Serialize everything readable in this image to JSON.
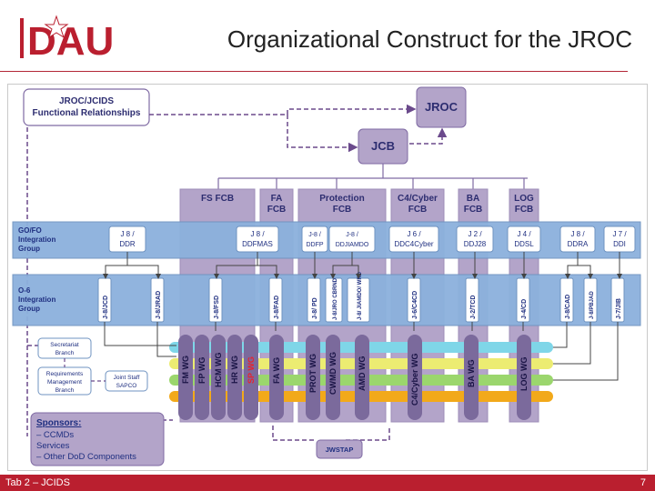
{
  "slide": {
    "title": "Organizational Construct for the JROC",
    "footer": "Tab 2 – JCIDS",
    "page_number": "7",
    "logo_text": "DAU"
  },
  "colors": {
    "brand_red": "#ba1f2f",
    "board_purple": "#b3a4c9",
    "group_blue": "#8cb1dd",
    "wg_purple": "#7b6a9c",
    "band_cyan": "#7fd6e8",
    "band_yellow": "#ecec72",
    "band_green": "#9bd66d",
    "band_orange": "#f2a91a"
  },
  "diagram": {
    "legend": [
      "JROC/JCIDS",
      "Functional Relationships"
    ],
    "jroc": "JROC",
    "jcb": "JCB",
    "fcbs": [
      {
        "line1": "FS FCB",
        "line2": ""
      },
      {
        "line1": "FA",
        "line2": "FCB"
      },
      {
        "line1": "Protection",
        "line2": "FCB"
      },
      {
        "line1": "C4/Cyber",
        "line2": "FCB"
      },
      {
        "line1": "BA",
        "line2": "FCB"
      },
      {
        "line1": "LOG",
        "line2": "FCB"
      }
    ],
    "go_fo_label": [
      "GO/FO",
      "Integration",
      "Group"
    ],
    "go_fo_items": [
      {
        "line1": "J 8 /",
        "line2": "DDR"
      },
      {
        "line1": "J 8 /",
        "line2": "DDFMAS"
      },
      {
        "line1": "J-8 /",
        "line2": "DDFP"
      },
      {
        "line1": "J-8 /",
        "line2": "DDJIAMDO"
      },
      {
        "line1": "J 6 /",
        "line2": "DDC4Cyber"
      },
      {
        "line1": "J 2 /",
        "line2": "DDJ28"
      },
      {
        "line1": "J 4 /",
        "line2": "DDSL"
      },
      {
        "line1": "J 8 /",
        "line2": "DDRA"
      },
      {
        "line1": "J 7 /",
        "line2": "DDI"
      }
    ],
    "o6_label": [
      "O-6",
      "Integration",
      "Group"
    ],
    "o6_items": [
      "J-8/JCD",
      "J-8/JRAD",
      "J-8/FSD",
      "J-8/FAD",
      "J-8/ PD",
      "J-8/JRO CBRND",
      "J-8/ JIAMDO/ WRD",
      "J-6/C4CD",
      "J-2/TCD",
      "J-4/CD",
      "J-8/CAD",
      "J-8/PBJAD",
      "J-7/JIB"
    ],
    "left_boxes": {
      "secretariat": [
        "Secretariat",
        "Branch"
      ],
      "rmb": [
        "Requirements",
        "Management",
        "Branch"
      ],
      "sapco": [
        "Joint Staff",
        "SAPCO"
      ]
    },
    "sponsors": {
      "title": "Sponsors:",
      "items": [
        "– CCMDs",
        "   Services",
        "– Other DoD Components"
      ]
    },
    "working_groups": [
      "FM WG",
      "FP WG",
      "HCM WG",
      "HR WG",
      "SP WG",
      "FA WG",
      "PROT WG",
      "CWMD WG",
      "AMD WG",
      "C4/Cyber WG",
      "BA WG",
      "LOG WG"
    ],
    "jwstap": "JWSTAP"
  }
}
